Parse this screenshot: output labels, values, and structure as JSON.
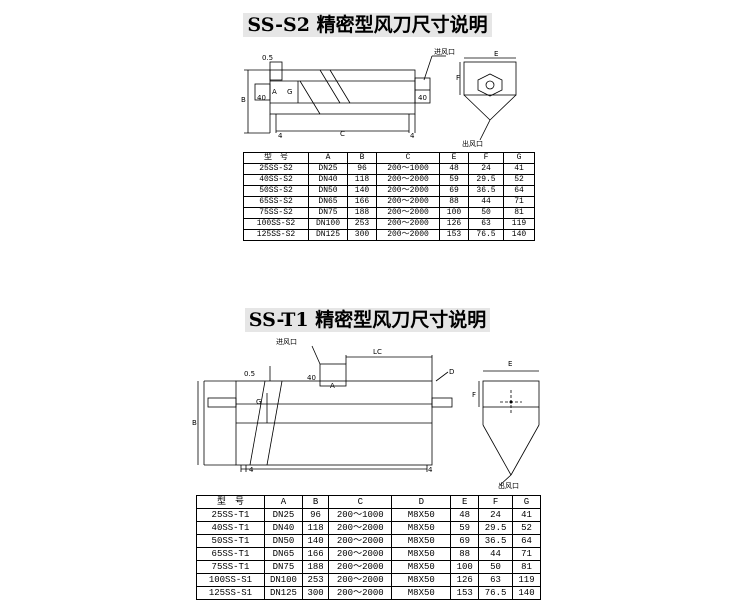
{
  "section1": {
    "title": "SS-S2 精密型风刀尺寸说明",
    "labels": {
      "inlet": "进风口",
      "outlet": "出风口",
      "dim_05": "0.5",
      "dim_A": "A",
      "dim_B": "B",
      "dim_G": "G",
      "dim_40": "40",
      "dim_4a": "4",
      "dim_4b": "4",
      "dim_C": "C",
      "dim_E": "E",
      "dim_F": "F",
      "dim_40b": "40"
    },
    "headers": [
      "型　号",
      "A",
      "B",
      "C",
      "E",
      "F",
      "G"
    ],
    "rows": [
      [
        "25SS-S2",
        "DN25",
        "96",
        "200～1000",
        "48",
        "24",
        "41"
      ],
      [
        "40SS-S2",
        "DN40",
        "118",
        "200～2000",
        "59",
        "29.5",
        "52"
      ],
      [
        "50SS-S2",
        "DN50",
        "140",
        "200～2000",
        "69",
        "36.5",
        "64"
      ],
      [
        "65SS-S2",
        "DN65",
        "166",
        "200～2000",
        "88",
        "44",
        "71"
      ],
      [
        "75SS-S2",
        "DN75",
        "188",
        "200～2000",
        "100",
        "50",
        "81"
      ],
      [
        "100SS-S2",
        "DN100",
        "253",
        "200～2000",
        "126",
        "63",
        "119"
      ],
      [
        "125SS-S2",
        "DN125",
        "300",
        "200～2000",
        "153",
        "76.5",
        "140"
      ]
    ]
  },
  "section2": {
    "title": "SS-T1 精密型风刀尺寸说明",
    "labels": {
      "inlet": "进风口",
      "outlet": "出风口",
      "dim_05": "0.5",
      "dim_40": "40",
      "dim_A": "A",
      "dim_C": "C",
      "dim_CL": "L",
      "dim_B": "B",
      "dim_G": "G",
      "dim_D": "D",
      "dim_4a": "4",
      "dim_4b": "4",
      "dim_E": "E",
      "dim_F": "F"
    },
    "headers": [
      "型　号",
      "A",
      "B",
      "C",
      "D",
      "E",
      "F",
      "G"
    ],
    "rows": [
      [
        "25SS-T1",
        "DN25",
        "96",
        "200～1000",
        "M8X50",
        "48",
        "24",
        "41"
      ],
      [
        "40SS-T1",
        "DN40",
        "118",
        "200～2000",
        "M8X50",
        "59",
        "29.5",
        "52"
      ],
      [
        "50SS-T1",
        "DN50",
        "140",
        "200～2000",
        "M8X50",
        "69",
        "36.5",
        "64"
      ],
      [
        "65SS-T1",
        "DN65",
        "166",
        "200～2000",
        "M8X50",
        "88",
        "44",
        "71"
      ],
      [
        "75SS-T1",
        "DN75",
        "188",
        "200～2000",
        "M8X50",
        "100",
        "50",
        "81"
      ],
      [
        "100SS-S1",
        "DN100",
        "253",
        "200～2000",
        "M8X50",
        "126",
        "63",
        "119"
      ],
      [
        "125SS-S1",
        "DN125",
        "300",
        "200～2000",
        "M8X50",
        "153",
        "76.5",
        "140"
      ]
    ]
  }
}
